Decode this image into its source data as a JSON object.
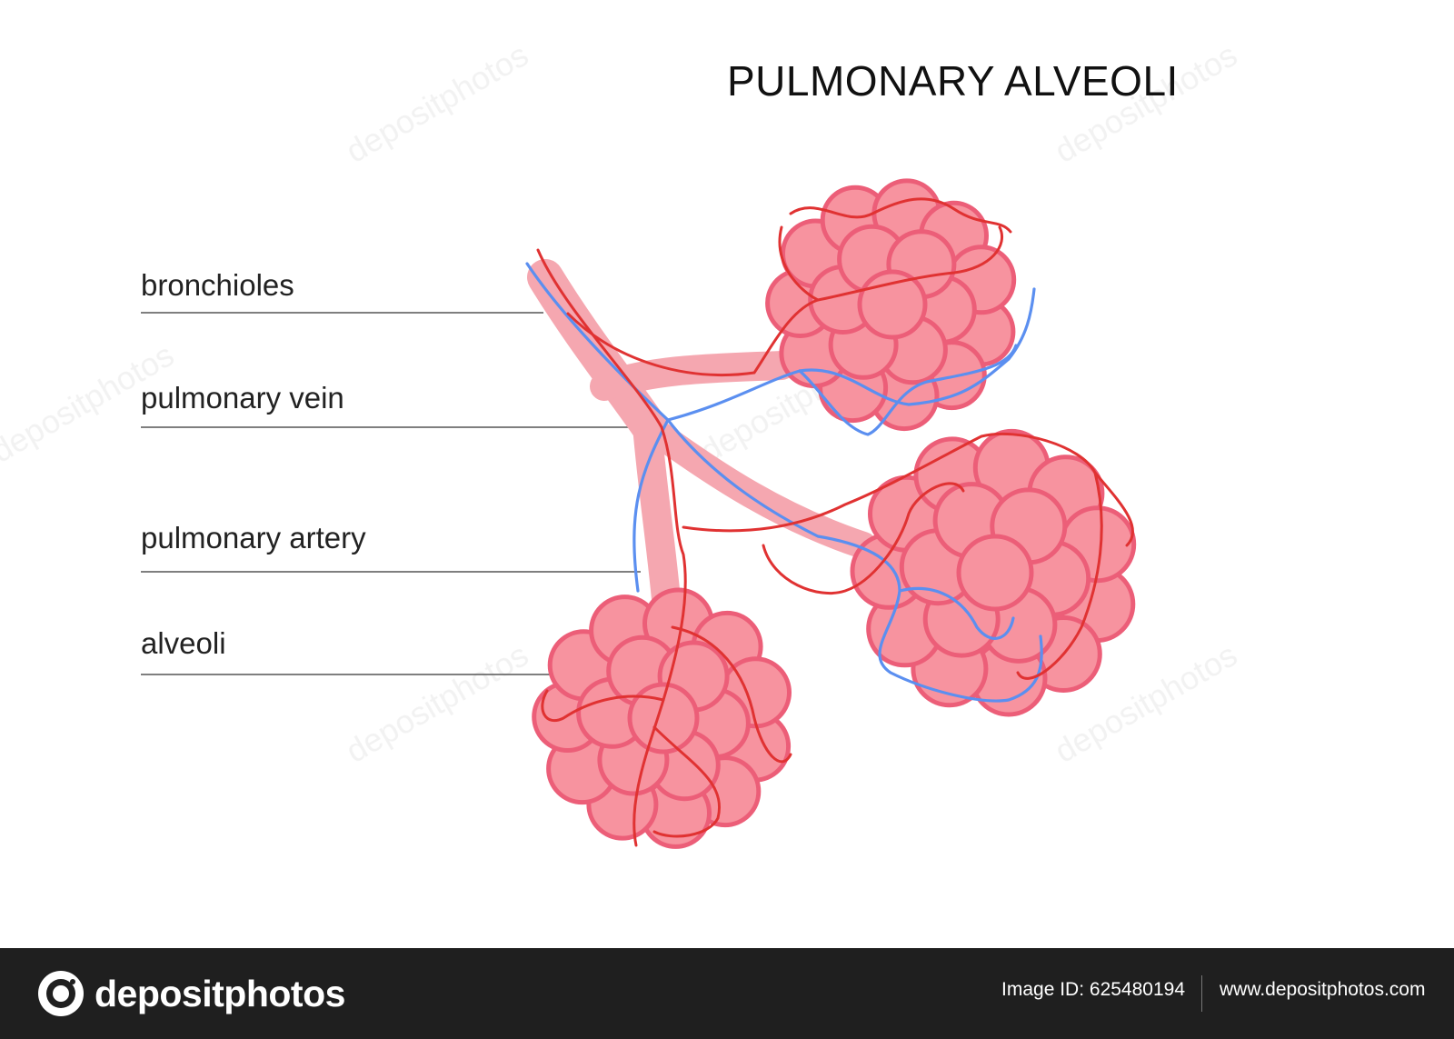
{
  "title": "PULMONARY ALVEOLI",
  "labels": {
    "bronchioles": "bronchioles",
    "pulmonary_vein": "pulmonary vein",
    "pulmonary_artery": "pulmonary artery",
    "alveoli": "alveoli"
  },
  "watermark": "depositphotos",
  "footer": {
    "brand": "depositphotos",
    "image_id": "Image ID: 625480194",
    "site": "www.depositphotos.com"
  },
  "colors": {
    "alveolus_fill": "#f7939f",
    "alveolus_stroke": "#ec5e78",
    "bronchiole_fill": "#f5a7b0",
    "artery": "#e03232",
    "vein": "#5b8ff0",
    "leader_line": "#555555",
    "footer_bg": "#1f1f1f"
  }
}
